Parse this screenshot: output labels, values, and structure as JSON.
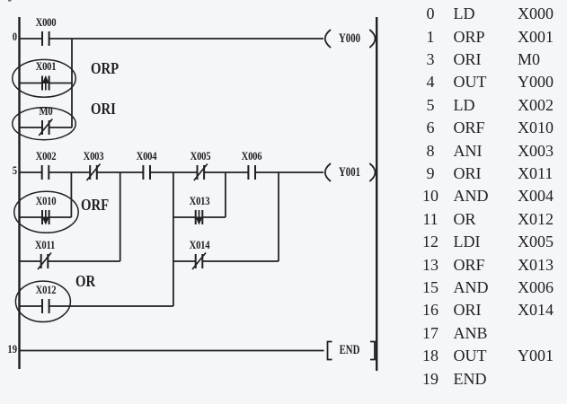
{
  "figure": {
    "title": "PLC ladder diagram with instruction list",
    "ink_color": "#1f1f24",
    "background_color": "#f5f6f7"
  },
  "ladder": {
    "rungs": [
      {
        "number": "0",
        "coil": "Y000",
        "contacts": [
          {
            "name": "X000",
            "type": "normally-open"
          },
          {
            "name": "X001",
            "type": "rising-edge",
            "annotation": "ORP",
            "circled": true
          },
          {
            "name": "M0",
            "type": "normally-closed",
            "annotation": "ORI",
            "circled": true
          }
        ]
      },
      {
        "number": "5",
        "coil": "Y001",
        "contacts": [
          {
            "name": "X002",
            "type": "normally-open"
          },
          {
            "name": "X003",
            "type": "normally-closed"
          },
          {
            "name": "X004",
            "type": "normally-open"
          },
          {
            "name": "X005",
            "type": "normally-closed"
          },
          {
            "name": "X006",
            "type": "normally-open"
          },
          {
            "name": "X010",
            "type": "falling-edge",
            "annotation": "ORF",
            "circled": true
          },
          {
            "name": "X011",
            "type": "normally-closed"
          },
          {
            "name": "X012",
            "type": "normally-open",
            "annotation": "OR",
            "circled": true
          },
          {
            "name": "X013",
            "type": "falling-edge"
          },
          {
            "name": "X014",
            "type": "normally-closed"
          }
        ]
      },
      {
        "number": "19",
        "end": "END"
      }
    ]
  },
  "program": {
    "rows": [
      {
        "step": "0",
        "op": "LD",
        "operand": "X000"
      },
      {
        "step": "1",
        "op": "ORP",
        "operand": "X001"
      },
      {
        "step": "3",
        "op": "ORI",
        "operand": "M0"
      },
      {
        "step": "4",
        "op": "OUT",
        "operand": "Y000"
      },
      {
        "step": "5",
        "op": "LD",
        "operand": "X002"
      },
      {
        "step": "6",
        "op": "ORF",
        "operand": "X010"
      },
      {
        "step": "8",
        "op": "ANI",
        "operand": "X003"
      },
      {
        "step": "9",
        "op": "ORI",
        "operand": "X011"
      },
      {
        "step": "10",
        "op": "AND",
        "operand": "X004"
      },
      {
        "step": "11",
        "op": "OR",
        "operand": "X012"
      },
      {
        "step": "12",
        "op": "LDI",
        "operand": "X005"
      },
      {
        "step": "13",
        "op": "ORF",
        "operand": "X013"
      },
      {
        "step": "15",
        "op": "AND",
        "operand": "X006"
      },
      {
        "step": "16",
        "op": "ORI",
        "operand": "X014"
      },
      {
        "step": "17",
        "op": "ANB",
        "operand": ""
      },
      {
        "step": "18",
        "op": "OUT",
        "operand": "Y001"
      },
      {
        "step": "19",
        "op": "END",
        "operand": ""
      }
    ]
  }
}
